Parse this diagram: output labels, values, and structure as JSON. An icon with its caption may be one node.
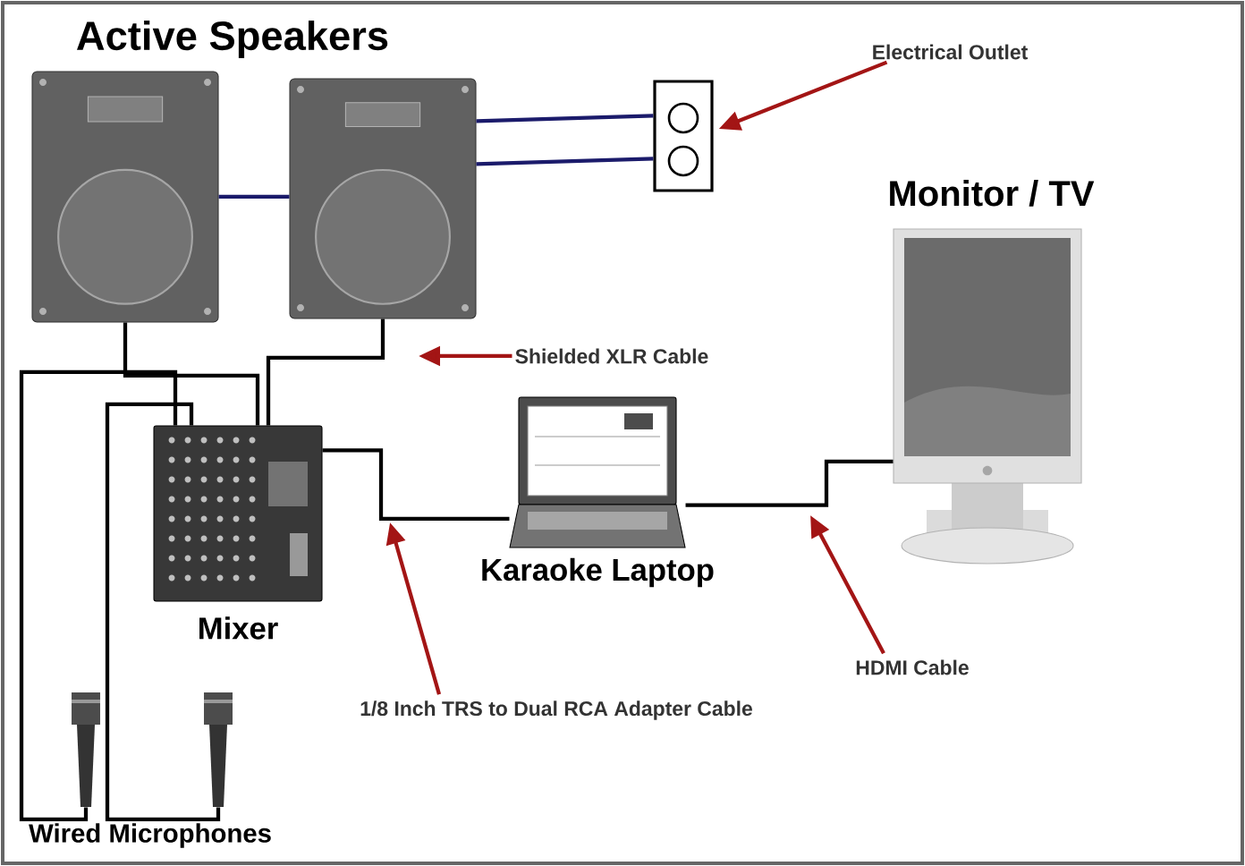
{
  "diagram": {
    "nodes": [
      {
        "text": [],
        "shape": "picture"
      },
      {
        "text": [],
        "shape": "picture"
      },
      {
        "text": [],
        "shape": "box"
      },
      {
        "text": [
          "Mixer"
        ]
      },
      {
        "text": [
          "Karaoke Laptop"
        ]
      },
      {
        "text": [
          "Monitor / TV"
        ]
      },
      {
        "text": [],
        "shape": "picture"
      },
      {
        "text": [],
        "shape": "picture"
      },
      {
        "text": [
          "Electrical Outlet"
        ]
      },
      {
        "text": [
          "Shielded XLR Cable"
        ]
      },
      {
        "text": [
          "1/8 Inch TRS to Dual RCA Adapter Cable"
        ]
      },
      {
        "text": [
          "HDMI Cable"
        ]
      }
    ],
    "edges": [
      {
        "from": 0,
        "to": 1,
        "arrow": "none",
        "color": "#1b1b6b"
      },
      {
        "from": 1,
        "to": 2,
        "arrow": "none",
        "color": "#1b1b6b"
      },
      {
        "from": 1,
        "to": 2,
        "arrow": "none",
        "color": "#1b1b6b"
      },
      {
        "from": 0,
        "to": 3,
        "arrow": "none"
      },
      {
        "from": 1,
        "to": 3,
        "arrow": "none"
      },
      {
        "from": 6,
        "to": 3,
        "arrow": "none"
      },
      {
        "from": 7,
        "to": 3,
        "arrow": "none"
      },
      {
        "from": 3,
        "to": 4,
        "arrow": "none"
      },
      {
        "from": 4,
        "to": 5,
        "arrow": "none"
      },
      {
        "from": 8,
        "to": 2,
        "arrow": "to",
        "color": "#a31515"
      },
      {
        "from": 9,
        "to": null,
        "arrow": "to",
        "color": "#a31515"
      },
      {
        "from": 10,
        "to": null,
        "arrow": "to",
        "color": "#a31515"
      },
      {
        "from": 11,
        "to": null,
        "arrow": "to",
        "color": "#a31515"
      }
    ],
    "labels": [
      "Active Speakers",
      "Wired Microphones"
    ]
  }
}
